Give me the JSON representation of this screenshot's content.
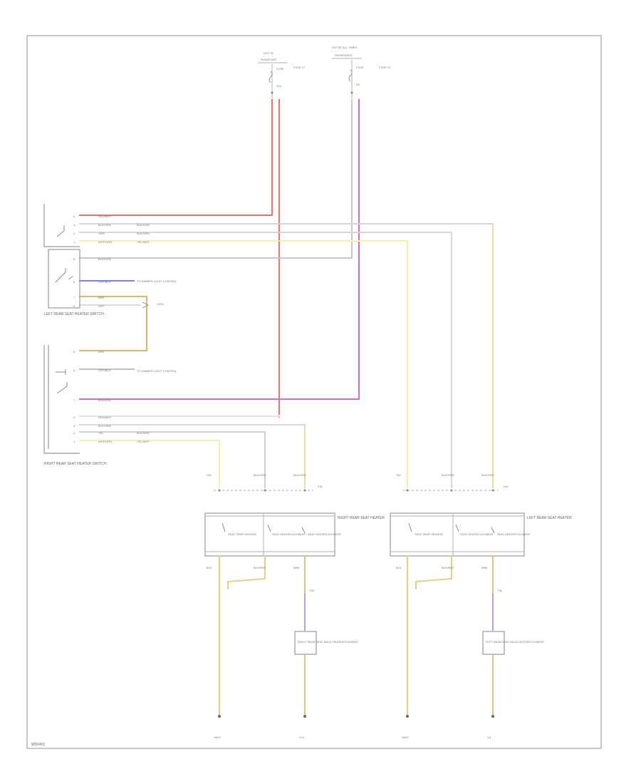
{
  "diagram": {
    "fuse_left": {
      "source": "HOT IN",
      "source2": "RUN/START",
      "fuse": "FUSE",
      "rating": "FUSE 17",
      "amps": "10A"
    },
    "fuse_right": {
      "source": "HOT AT ALL TIMES",
      "source2": "PASSENGER",
      "fuse": "FUSE",
      "rating": "FUSE 19",
      "amps": "5A"
    },
    "left_switch": {
      "name": "LEFT REAR SEAT HEATER SWITCH",
      "pins": [
        "4",
        "3",
        "2",
        "1",
        "5",
        "6",
        "7",
        "8"
      ],
      "wires": [
        "RED/WHT",
        "BLK/GRN",
        "GRN",
        "WHT/GRN",
        "BLK/GRN",
        "GRY/BLU",
        "BRN",
        "GRY"
      ],
      "to_labels": [
        "BLK/GRN",
        "BLK/GRN",
        "YEL/WHT"
      ],
      "dimmer": "TO DIMMER LIGHT CONTROL",
      "ground": "G401"
    },
    "right_switch": {
      "name": "RIGHT REAR SEAT HEATER SWITCH",
      "pins": [
        "6",
        "5",
        "7",
        "4",
        "3",
        "2",
        "1"
      ],
      "wires": [
        "BRN",
        "GRY/BLU",
        "BLK/GRN",
        "RED/WHT",
        "BLK/GRN",
        "YEL",
        "WHT/GRN"
      ],
      "to_labels": [
        "BLK/GRN",
        "YEL/WHT"
      ],
      "dimmer": "TO DIMMER LIGHT CONTROL"
    },
    "right_seat": {
      "module": "RIGHT REAR SEAT HEATER",
      "cells": [
        "SEAT TEMP SENSOR",
        "SEAT HEATER ELEMENT",
        "SEAT HEATER ELEMENT"
      ],
      "top_wires": [
        "YEL",
        "BLK/GRN",
        "BLK/GRN"
      ],
      "connector": "T4k",
      "sensor": "RIGHT REAR SEAT BACK HEATER ELEMENT",
      "bottom_wires": [
        "BLK",
        "BLK/RED",
        "BRN"
      ],
      "connector2": "T3d",
      "grounds": [
        "G607",
        "G11"
      ]
    },
    "left_seat": {
      "module": "LEFT REAR SEAT HEATER",
      "cells": [
        "SEAT TEMP SENSOR",
        "SEAT HEATER ELEMENT",
        "SEAT HEATER ELEMENT"
      ],
      "top_wires": [
        "YEL",
        "BLK/GRN",
        "BLK/GRN"
      ],
      "connector": "T4d",
      "sensor": "LEFT REAR SEAT BACK HEATER ELEMENT",
      "bottom_wires": [
        "BLK",
        "BLK/RED",
        "BRN"
      ],
      "connector2": "T3e",
      "grounds": [
        "G607",
        "G4"
      ]
    },
    "footer": "WD0401"
  }
}
